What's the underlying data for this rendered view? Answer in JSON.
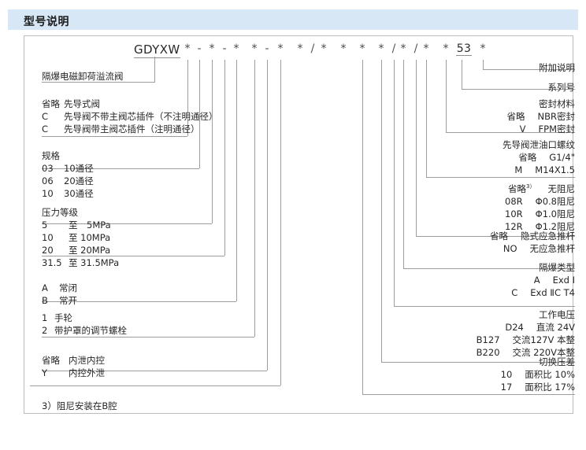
{
  "header": {
    "title": "型号说明"
  },
  "model_code": {
    "prefix": "GDYXW",
    "tokens": [
      "*",
      "-",
      "*",
      "-",
      "*",
      "*",
      "-",
      "*",
      "*",
      "/",
      "*",
      "*",
      "*",
      "*",
      "/",
      "*",
      "/",
      "*",
      "*",
      "53",
      "*"
    ]
  },
  "left_labels": [
    {
      "name": "product-name",
      "lines": [
        {
          "c1": "隔爆电磁卸荷溢流阀",
          "c2": ""
        }
      ]
    },
    {
      "name": "pilot-type",
      "lines": [
        {
          "c1": "省略",
          "c2": "先导式阀"
        },
        {
          "c1": "C",
          "c2": "先导阀不带主阀芯插件（不注明通径）"
        },
        {
          "c1": "C",
          "c2": "先导阀带主阀芯插件（注明通径）"
        }
      ]
    },
    {
      "name": "specification",
      "lines": [
        {
          "c1": "规格",
          "c2": ""
        },
        {
          "c1": "03",
          "c2": "10通径"
        },
        {
          "c1": "06",
          "c2": "20通径"
        },
        {
          "c1": "10",
          "c2": "30通径"
        }
      ]
    },
    {
      "name": "pressure-rating",
      "lines": [
        {
          "c1": "压力等级",
          "c2": ""
        },
        {
          "c1": "5",
          "c2": "至　5MPa"
        },
        {
          "c1": "10",
          "c2": "至 10MPa"
        },
        {
          "c1": "20",
          "c2": "至 20MPa"
        },
        {
          "c1": "31.5",
          "c2": "至 31.5MPa"
        }
      ]
    },
    {
      "name": "normal-state",
      "lines": [
        {
          "c1": "A",
          "c2": "常闭"
        },
        {
          "c1": "B",
          "c2": "常开"
        }
      ]
    },
    {
      "name": "adjustment-type",
      "lines": [
        {
          "c1": "1",
          "c2": "手轮"
        },
        {
          "c1": "2",
          "c2": "带护罩的调节螺栓"
        }
      ]
    },
    {
      "name": "drain-control",
      "lines": [
        {
          "c1": "省略",
          "c2": "内泄内控"
        },
        {
          "c1": "Y",
          "c2": "内控外泄"
        }
      ]
    }
  ],
  "right_labels": [
    {
      "name": "additional-note",
      "lines": [
        {
          "c1": "",
          "c2": "附加说明"
        }
      ]
    },
    {
      "name": "series-number",
      "lines": [
        {
          "c1": "",
          "c2": "系列号"
        }
      ]
    },
    {
      "name": "seal-material",
      "lines": [
        {
          "c1": "",
          "c2": "密封材料"
        },
        {
          "c1": "省略",
          "c2": "NBR密封"
        },
        {
          "c1": "V",
          "c2": "FPM密封"
        }
      ]
    },
    {
      "name": "pilot-drain-thread",
      "lines": [
        {
          "c1": "",
          "c2": "先导阀泄油口螺纹"
        },
        {
          "c1": "省略",
          "c2": "G1/4\""
        },
        {
          "c1": "M",
          "c2": "M14X1.5"
        }
      ]
    },
    {
      "name": "damping-orifice",
      "lines": [
        {
          "c1": "省略",
          "c1sup": "3）",
          "c2": "无阻尼"
        },
        {
          "c1": "08R",
          "c2": "Φ0.8阻尼"
        },
        {
          "c1": "10R",
          "c2": "Φ1.0阻尼"
        },
        {
          "c1": "12R",
          "c2": "Φ1.2阻尼"
        }
      ]
    },
    {
      "name": "emergency-pushrod",
      "lines": [
        {
          "c1": "省略",
          "c2": "隐式应急推杆"
        },
        {
          "c1": "NO",
          "c2": "无应急推杆"
        }
      ]
    },
    {
      "name": "explosion-proof-type",
      "lines": [
        {
          "c1": "",
          "c2": "隔爆类型"
        },
        {
          "c1": "A",
          "c2": "Exd Ⅰ"
        },
        {
          "c1": "C",
          "c2": "Exd ⅡC T4"
        }
      ]
    },
    {
      "name": "working-voltage",
      "lines": [
        {
          "c1": "",
          "c2": "工作电压"
        },
        {
          "c1": "D24",
          "c2": "直流 24V"
        },
        {
          "c1": "B127",
          "c2": "交流127V 本整"
        },
        {
          "c1": "B220",
          "c2": "交流 220V本整"
        }
      ]
    },
    {
      "name": "switching-pressure-differential",
      "lines": [
        {
          "c1": "",
          "c2": "切换压差"
        },
        {
          "c1": "10",
          "c2": "面积比  10%"
        },
        {
          "c1": "17",
          "c2": "面积比  17%"
        }
      ]
    }
  ],
  "footnote": {
    "text": "3）阻尼安装在B腔"
  },
  "colors": {
    "header_bg": "#d7e7f6",
    "line": "#9a9da1",
    "frame": "#b9bcc0",
    "text": "#262626"
  }
}
